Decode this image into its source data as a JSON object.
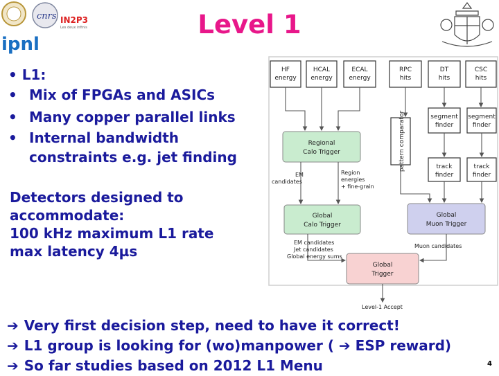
{
  "title": "Level 1",
  "logos": {
    "left_text": "IN2P3",
    "left_sub": "Les deux infinis"
  },
  "l1_heading": "• L1:",
  "bullets": [
    "Mix of FPGAs and ASICs",
    "Many copper parallel links",
    "Internal bandwidth",
    "constraints e.g. jet finding"
  ],
  "detectors": {
    "line1": "Detectors designed to",
    "line2": "accommodate:",
    "line3": "100 kHz maximum L1 rate",
    "line4": "max latency 4µs"
  },
  "bottom": [
    "Very first decision step, need to have it correct!",
    "L1 group is looking for (wo)manpower (",
    "ESP reward)",
    "So far studies based on 2012 L1 Menu"
  ],
  "page_number": "4",
  "diagram": {
    "hf": [
      "HF",
      "energy"
    ],
    "hcal": [
      "HCAL",
      "energy"
    ],
    "ecal": [
      "ECAL",
      "energy"
    ],
    "rpc": [
      "RPC",
      "hits"
    ],
    "dt": [
      "DT",
      "hits"
    ],
    "csc": [
      "CSC",
      "hits"
    ],
    "seg1": [
      "segment",
      "finder"
    ],
    "seg2": [
      "segment",
      "finder"
    ],
    "track1": [
      "track",
      "finder"
    ],
    "track2": [
      "track",
      "finder"
    ],
    "pattern": "pattern comparator",
    "regional": [
      "Regional",
      "Calo Trigger"
    ],
    "em": [
      "EM",
      "candidates"
    ],
    "region_e": [
      "Region",
      "energies",
      "+ fine-grain"
    ],
    "gct": [
      "Global",
      "Calo Trigger"
    ],
    "gmt": [
      "Global",
      "Muon Trigger"
    ],
    "gct_out": [
      "EM candidates",
      "Jet candidates",
      "Global energy sums"
    ],
    "muon_cand": "Muon candidates",
    "gt": [
      "Global",
      "Trigger"
    ],
    "accept": "Level-1 Accept"
  },
  "colors": {
    "title": "#e8178a",
    "text": "#1a1a9c",
    "green": "#c9eccf",
    "purple": "#cfd0ee",
    "red": "#f8d2d2"
  }
}
